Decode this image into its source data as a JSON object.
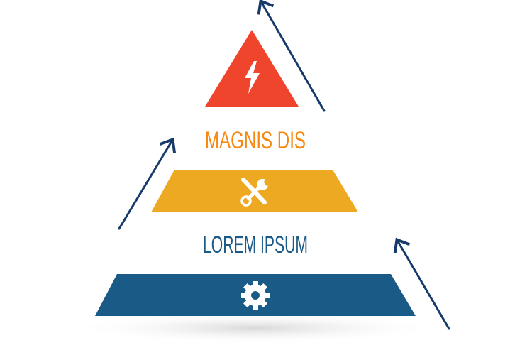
{
  "labels": {
    "top": "MAGNIS DIS",
    "middle": "LOREM IPSUM"
  },
  "levels": [
    {
      "name": "top",
      "shape": "triangle",
      "icon": "lightning-icon",
      "color": "#F0452D"
    },
    {
      "name": "middle",
      "shape": "trapezoid",
      "icon": "tools-icon",
      "color": "#EEA923"
    },
    {
      "name": "bottom",
      "shape": "trapezoid",
      "icon": "gear-icon",
      "color": "#1A5A87"
    }
  ],
  "colors": {
    "top_label": "#F7870F",
    "middle_label": "#1B5A86",
    "arrows": "#173A6B"
  }
}
